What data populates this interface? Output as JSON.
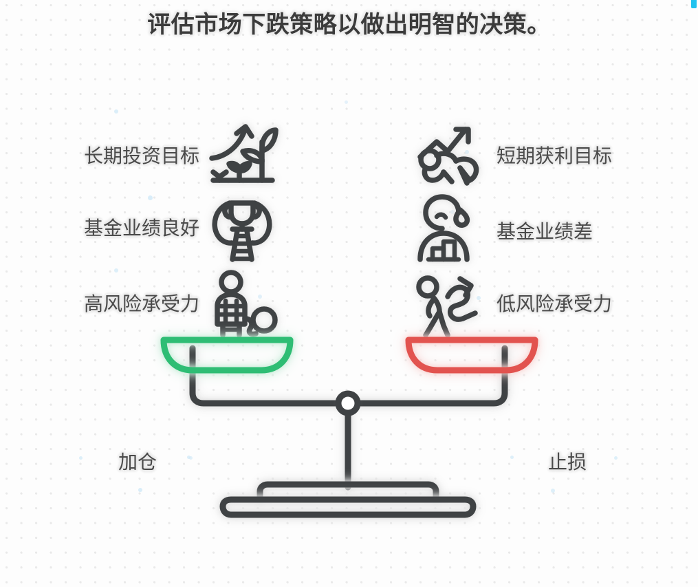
{
  "title": "评估市场下跌策略以做出明智的决策。",
  "comparison": {
    "left_side": {
      "verdict": "加仓",
      "pan_color": "#2ebd74",
      "criteria": [
        {
          "label": "长期投资目标",
          "icon": "plant-growth-icon"
        },
        {
          "label": "基金业绩良好",
          "icon": "trophy-ladder-icon"
        },
        {
          "label": "高风险承受力",
          "icon": "person-weight-icon"
        }
      ]
    },
    "right_side": {
      "verdict": "止损",
      "pan_color": "#e2534f",
      "criteria": [
        {
          "label": "短期获利目标",
          "icon": "runner-uptrend-icon"
        },
        {
          "label": "基金业绩差",
          "icon": "worried-person-chart-icon"
        },
        {
          "label": "低风险承受力",
          "icon": "walking-person-downtrend-icon"
        }
      ]
    }
  },
  "scale": {
    "name": "balance-scale",
    "beam_color": "#3f4244",
    "state": "balanced"
  },
  "theme": {
    "background": "#fdfdfd",
    "dot_grid": "#e9e9e9",
    "text": "#4a4a4a",
    "title_text": "#3b3b3b",
    "accent_cyan": "#22c3ef"
  }
}
